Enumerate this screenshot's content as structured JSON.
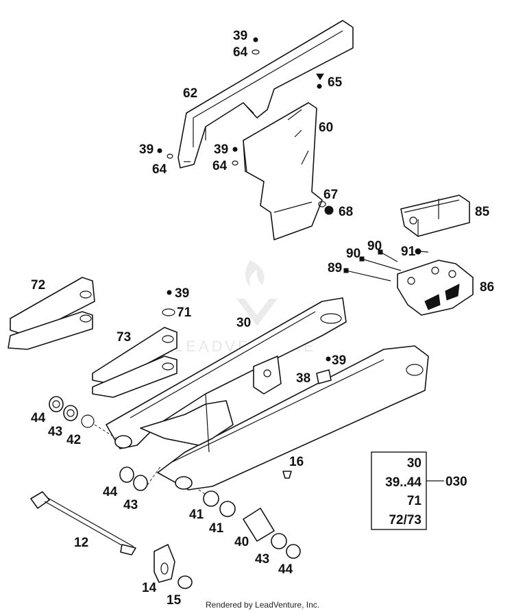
{
  "callouts": {
    "c62": "62",
    "c39a": "39",
    "c64a": "64",
    "c65": "65",
    "c60": "60",
    "c39b": "39",
    "c64b": "64",
    "c39c": "39",
    "c64c": "64",
    "c67": "67",
    "c68": "68",
    "c85": "85",
    "c90a": "90",
    "c90b": "90",
    "c91": "91",
    "c89": "89",
    "c86": "86",
    "c72": "72",
    "c39d": "39",
    "c71": "71",
    "c30": "30",
    "c73": "73",
    "c39e": "39",
    "c38": "38",
    "c44a": "44",
    "c43a": "43",
    "c42": "42",
    "c16": "16",
    "c44b": "44",
    "c43b": "43",
    "c41a": "41",
    "c41b": "41",
    "c40": "40",
    "c43c": "43",
    "c44c": "44",
    "c12": "12",
    "c14": "14",
    "c15": "15"
  },
  "kit": {
    "rows": [
      "30",
      "39..44",
      "71",
      "72/73"
    ],
    "label": "030"
  },
  "watermark": "LEADVENTURE",
  "footer": "Rendered by LeadVenture, Inc."
}
